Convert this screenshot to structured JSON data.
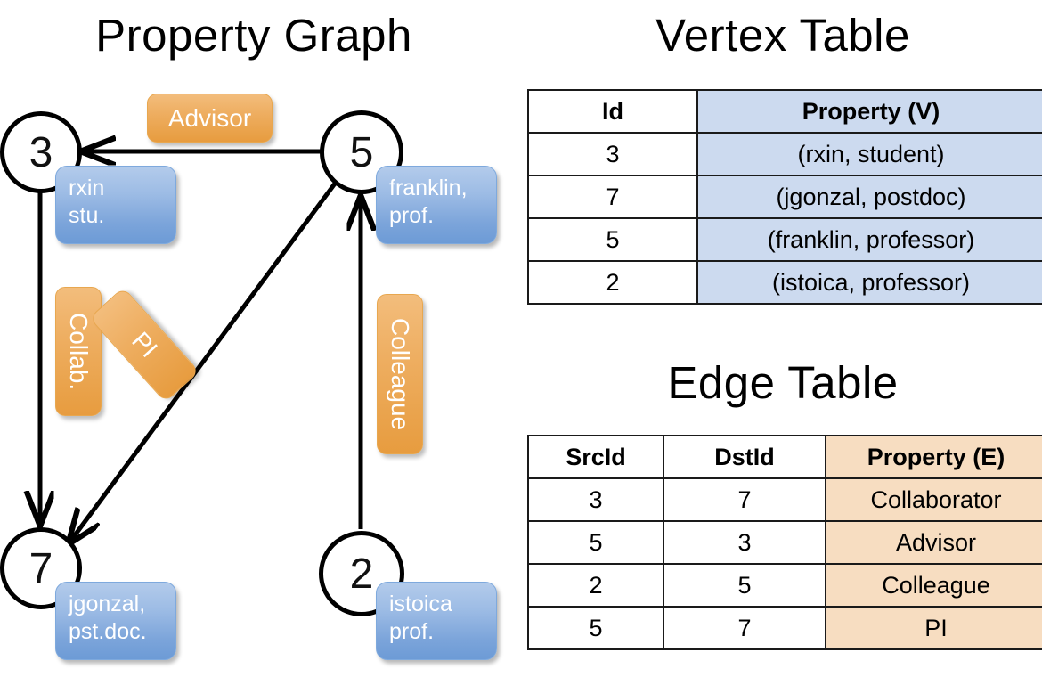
{
  "titles": {
    "property_graph": "Property Graph",
    "vertex_table": "Vertex Table",
    "edge_table": "Edge Table"
  },
  "colors": {
    "vertex_property_fill": "#ccdaef",
    "edge_property_fill": "#f7ddc1",
    "node_box_blue": "#7ba4da",
    "edge_label_orange": "#eeae61",
    "stroke": "#000000"
  },
  "graph": {
    "nodes": [
      {
        "id": "3",
        "prop_line1": "rxin",
        "prop_line2": "stu."
      },
      {
        "id": "5",
        "prop_line1": "franklin,",
        "prop_line2": "prof."
      },
      {
        "id": "7",
        "prop_line1": "jgonzal,",
        "prop_line2": "pst.doc."
      },
      {
        "id": "2",
        "prop_line1": "istoica",
        "prop_line2": "prof."
      }
    ],
    "edge_labels": [
      {
        "name": "advisor",
        "text": "Advisor"
      },
      {
        "name": "collab",
        "text": "Collab."
      },
      {
        "name": "pi",
        "text": "PI"
      },
      {
        "name": "colleague",
        "text": "Colleague"
      }
    ]
  },
  "vertex_table": {
    "headers": [
      "Id",
      "Property (V)"
    ],
    "rows": [
      [
        "3",
        "(rxin, student)"
      ],
      [
        "7",
        "(jgonzal, postdoc)"
      ],
      [
        "5",
        "(franklin, professor)"
      ],
      [
        "2",
        "(istoica, professor)"
      ]
    ]
  },
  "edge_table": {
    "headers": [
      "SrcId",
      "DstId",
      "Property (E)"
    ],
    "rows": [
      [
        "3",
        "7",
        "Collaborator"
      ],
      [
        "5",
        "3",
        "Advisor"
      ],
      [
        "2",
        "5",
        "Colleague"
      ],
      [
        "5",
        "7",
        "PI"
      ]
    ]
  }
}
